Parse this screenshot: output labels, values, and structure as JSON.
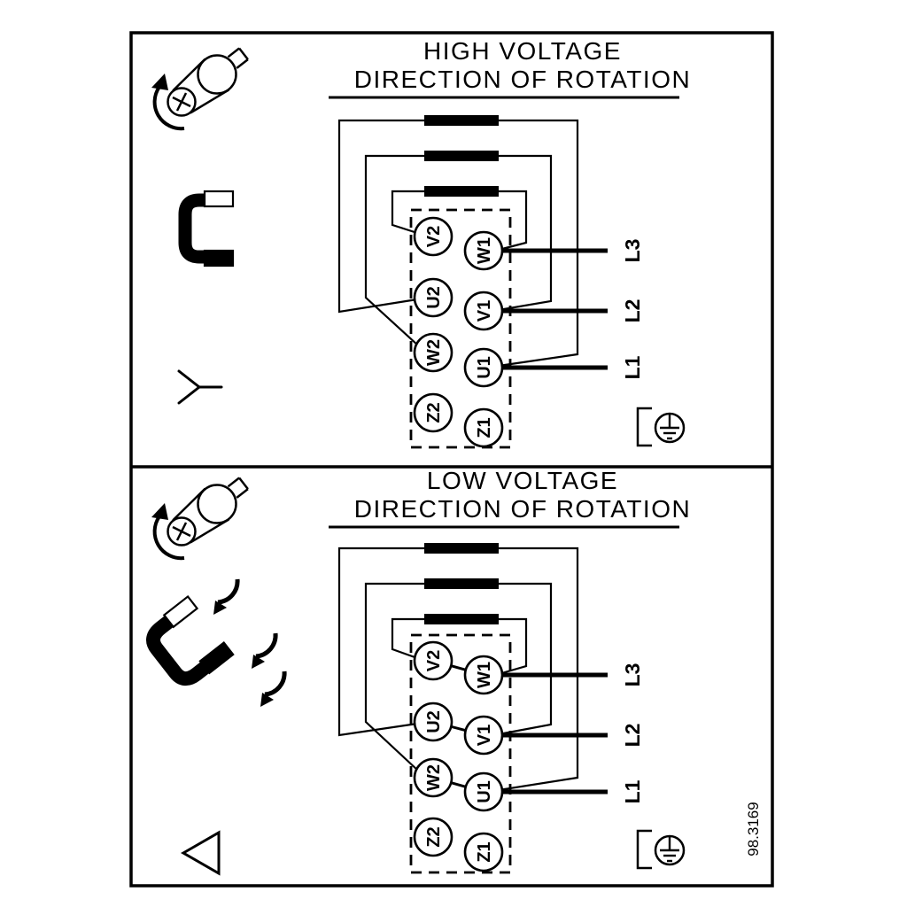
{
  "ref_number": "98.3169",
  "panels": {
    "high": {
      "title": "HIGH VOLTAGE",
      "subtitle": "DIRECTION OF ROTATION",
      "connection_symbol": "star-icon",
      "terminals": {
        "v2": "V2",
        "u2": "U2",
        "w2": "W2",
        "z2": "Z2",
        "w1": "W1",
        "v1": "V1",
        "u1": "U1",
        "z1": "Z1"
      },
      "supply": {
        "l3": "L3",
        "l2": "L2",
        "l1": "L1"
      }
    },
    "low": {
      "title": "LOW VOLTAGE",
      "subtitle": "DIRECTION OF ROTATION",
      "connection_symbol": "delta-icon",
      "terminals": {
        "v2": "V2",
        "u2": "U2",
        "w2": "W2",
        "z2": "Z2",
        "w1": "W1",
        "v1": "V1",
        "u1": "U1",
        "z1": "Z1"
      },
      "supply": {
        "l3": "L3",
        "l2": "L2",
        "l1": "L1"
      }
    }
  }
}
